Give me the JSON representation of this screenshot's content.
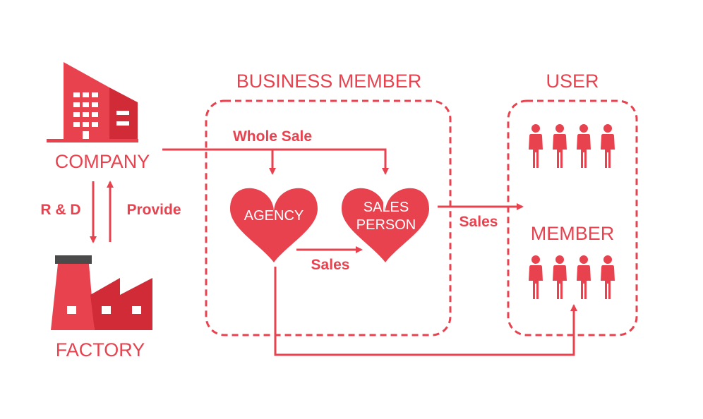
{
  "colors": {
    "primary": "#e8424f",
    "primary_dark": "#d12b38",
    "roof_gray": "#4a4a4a",
    "window_white": "#ffffff"
  },
  "icons": [
    "company-building-icon",
    "factory-icon",
    "heart-icon",
    "person-icon"
  ],
  "nodes": {
    "company": {
      "label": "COMPANY"
    },
    "factory": {
      "label": "FACTORY"
    },
    "business_member": {
      "title": "BUSINESS MEMBER"
    },
    "agency": {
      "label": "AGENCY"
    },
    "sales_person": {
      "label_line1": "SALES",
      "label_line2": "PERSON"
    },
    "user": {
      "title": "USER"
    },
    "member": {
      "label": "MEMBER"
    }
  },
  "edges": {
    "wholesale": {
      "label": "Whole Sale"
    },
    "rnd": {
      "label": "R & D"
    },
    "provide": {
      "label": "Provide"
    },
    "agency_to_salesperson": {
      "label": "Sales"
    },
    "salesperson_to_user": {
      "label": "Sales"
    }
  }
}
